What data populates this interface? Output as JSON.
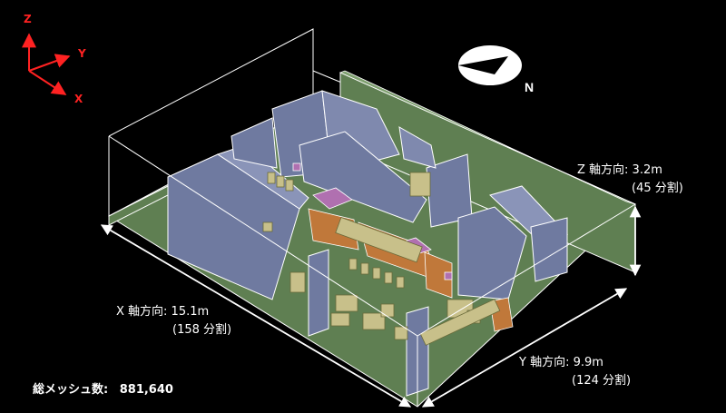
{
  "axis_triad": {
    "z": "Z",
    "y": "Y",
    "x": "X",
    "color": "#ff2222"
  },
  "compass": {
    "north_label": "N"
  },
  "dimensions": {
    "x": {
      "label": "X 軸方向:  15.1m",
      "divisions": "(158 分割)"
    },
    "y": {
      "label": "Y 軸方向:  9.9m",
      "divisions": "(124 分割)"
    },
    "z": {
      "label": "Z 軸方向:  3.2m",
      "divisions": "(45 分割)"
    }
  },
  "total_mesh": {
    "label": "総メッシュ数:",
    "value": "881,640"
  },
  "colors": {
    "floor": "#5f7f52",
    "wall": "#6f7aa0",
    "counter": "#c0783a",
    "furniture": "#c8c08a",
    "equipment": "#b070b0",
    "outline": "#ffffff"
  }
}
